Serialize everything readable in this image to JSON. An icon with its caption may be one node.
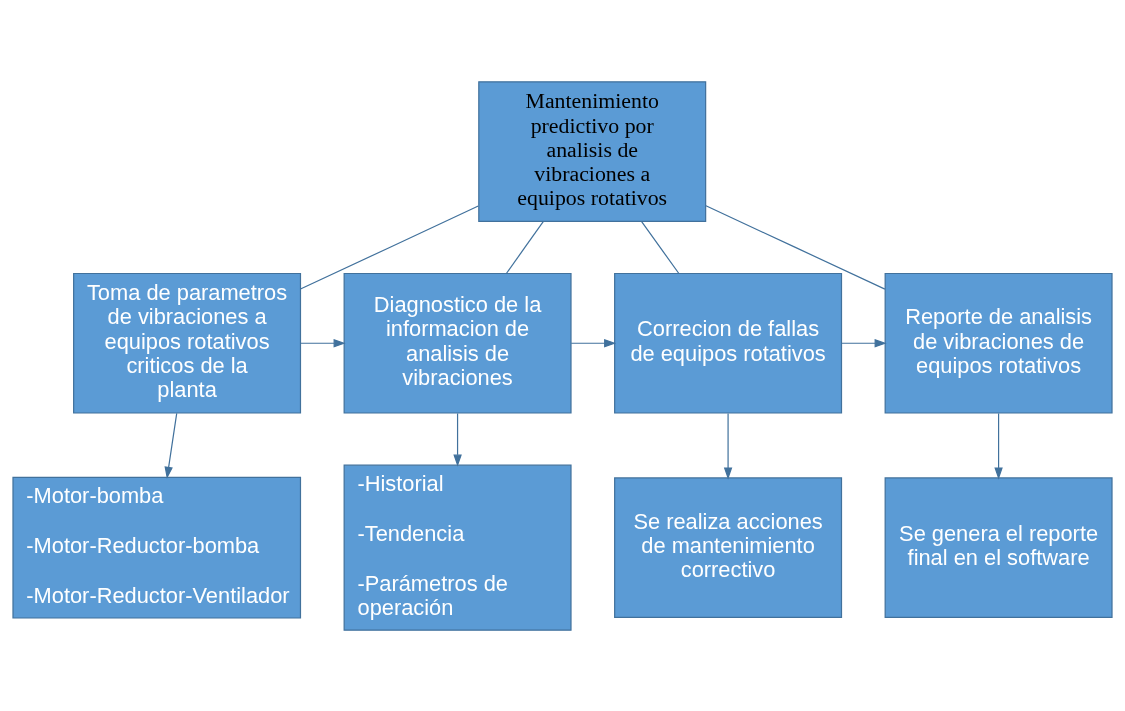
{
  "diagram": {
    "nodes": [
      {
        "text": [
          "Mantenimiento predictivo por analisis de vibraciones a equipos rotativos"
        ]
      },
      {
        "text": [
          "Toma de parametros de vibraciones a equipos rotativos criticos de la planta"
        ]
      },
      {
        "text": [
          "Diagnostico de la informacion de analisis de vibraciones"
        ]
      },
      {
        "text": [
          "Correcion de fallas de equipos rotativos"
        ]
      },
      {
        "text": [
          "Reporte de analisis de vibraciones de equipos rotativos"
        ]
      },
      {
        "text": [
          "-Motor-bomba",
          "-Motor-Reductor-bomba",
          "-Motor-Reductor-Ventilador"
        ]
      },
      {
        "text": [
          "-Historial",
          "-Tendencia",
          "-Parámetros de operación"
        ]
      },
      {
        "text": [
          "Se realiza acciones de mantenimiento correctivo"
        ]
      },
      {
        "text": [
          "Se genera el reporte final en el software"
        ]
      }
    ],
    "edges": [
      {
        "from": 0,
        "to": 1,
        "arrow": "none"
      },
      {
        "from": 0,
        "to": 2,
        "arrow": "none"
      },
      {
        "from": 0,
        "to": 3,
        "arrow": "none"
      },
      {
        "from": 0,
        "to": 4,
        "arrow": "none"
      },
      {
        "from": 1,
        "to": 2,
        "arrow": "to"
      },
      {
        "from": 2,
        "to": 3,
        "arrow": "to"
      },
      {
        "from": 3,
        "to": 4,
        "arrow": "to"
      },
      {
        "from": 1,
        "to": 5,
        "arrow": "to"
      },
      {
        "from": 2,
        "to": 6,
        "arrow": "to"
      },
      {
        "from": 3,
        "to": 7,
        "arrow": "to"
      },
      {
        "from": 4,
        "to": 8,
        "arrow": "to"
      }
    ]
  }
}
